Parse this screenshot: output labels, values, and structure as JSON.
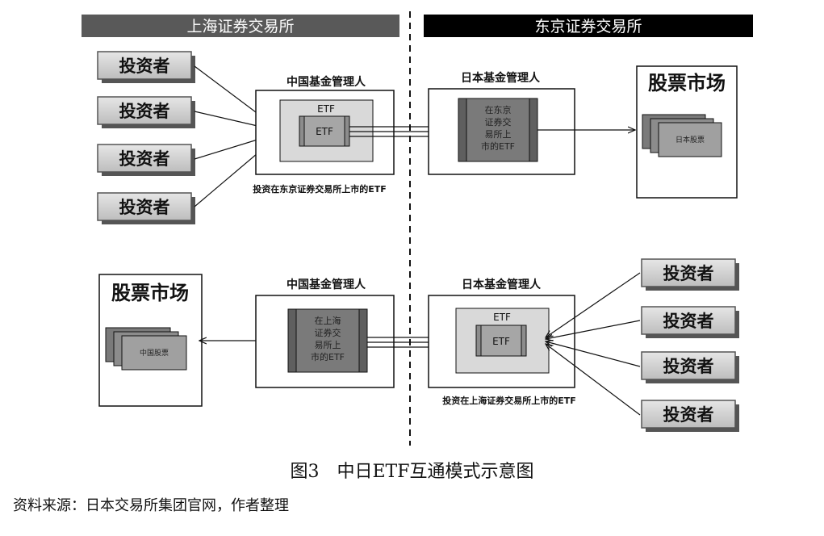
{
  "headers": {
    "left": "上海证券交易所",
    "right": "东京证券交易所"
  },
  "top": {
    "investors": [
      "投资者",
      "投资者",
      "投资者",
      "投资者"
    ],
    "china_fund_title": "中国基金管理人",
    "china_etf_outer": "ETF",
    "china_etf_inner": "ETF",
    "japan_fund_title": "日本基金管理人",
    "japan_etf_lines": [
      "在东京",
      "证券交",
      "易所上",
      "市的ETF"
    ],
    "market_title": "股票市场",
    "market_card": "日本股票",
    "note": "投资在东京证券交易所上市的ETF"
  },
  "bottom": {
    "market_title": "股票市场",
    "market_card": "中国股票",
    "china_fund_title": "中国基金管理人",
    "china_etf_lines": [
      "在上海",
      "证券交",
      "易所上",
      "市的ETF"
    ],
    "japan_fund_title": "日本基金管理人",
    "japan_etf_outer": "ETF",
    "japan_etf_inner": "ETF",
    "investors": [
      "投资者",
      "投资者",
      "投资者",
      "投资者"
    ],
    "note": "投资在上海证券交易所上市的ETF"
  },
  "caption": "图3　中日ETF互通模式示意图",
  "source": "资料来源：日本交易所集团官网，作者整理",
  "colors": {
    "header_left": "#595959",
    "header_right": "#000000",
    "investor_fill": "#c8c8c8",
    "etf_dark": "#6e6e6e",
    "etf_light": "#d9d9d9"
  }
}
